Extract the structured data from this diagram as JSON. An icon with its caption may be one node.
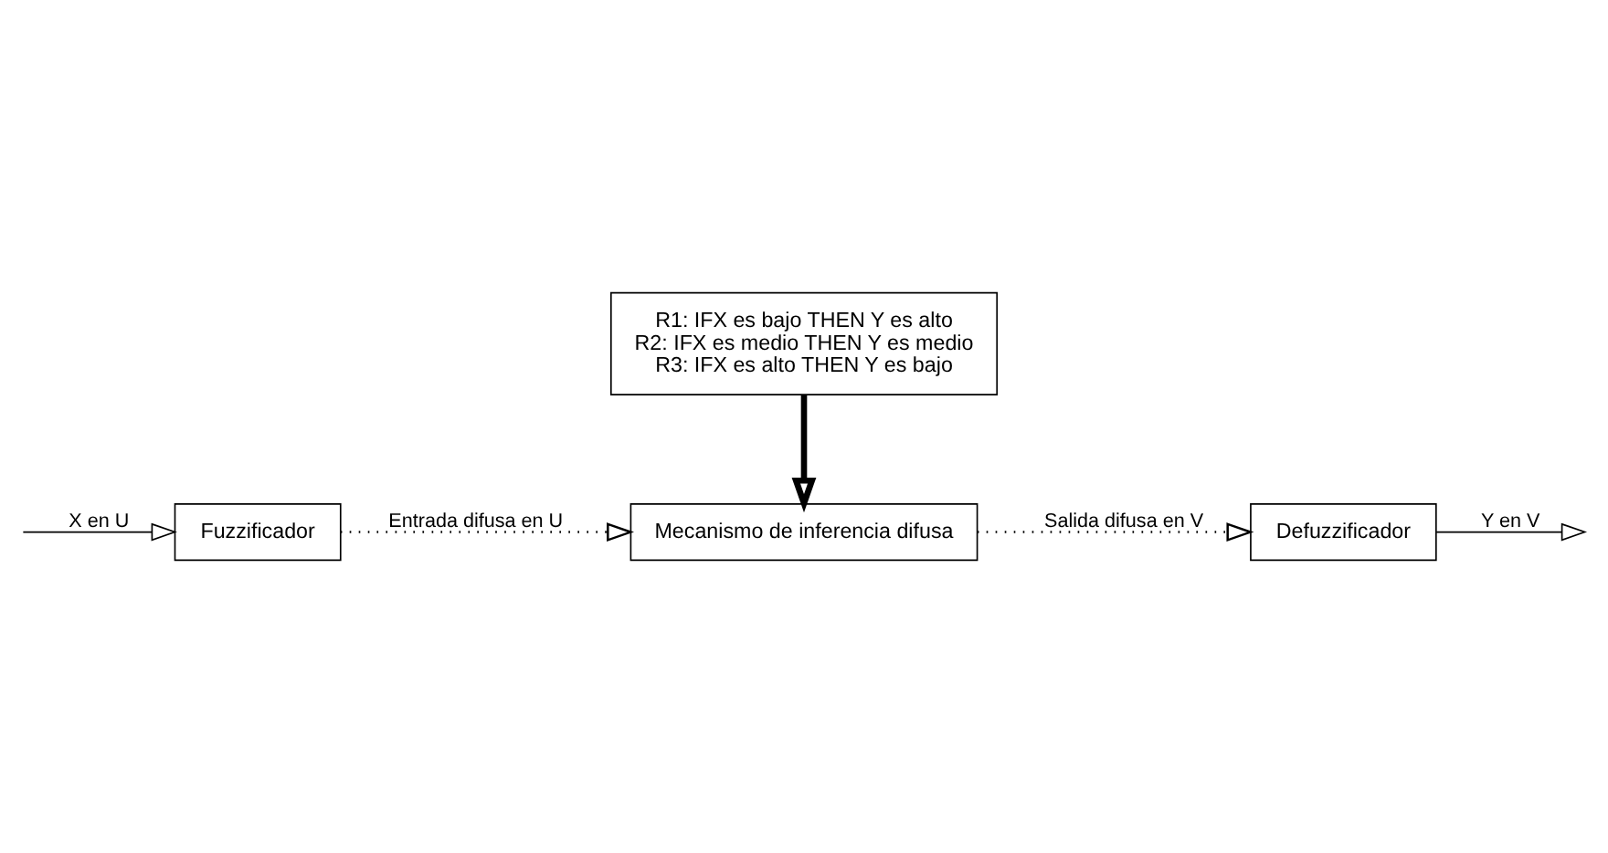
{
  "diagram": {
    "nodes": [
      {
        "text": [
          "R1: IFX es bajo THEN Y es alto",
          "R2: IFX es medio THEN Y es medio",
          "R3: IFX es alto THEN Y es bajo"
        ]
      },
      {
        "text": [
          "Fuzzificador"
        ]
      },
      {
        "text": [
          "Mecanismo de inferencia difusa"
        ]
      },
      {
        "text": [
          "Defuzzificador"
        ]
      }
    ],
    "edges": [
      {
        "from": null,
        "to": 1,
        "arrow": "to",
        "label": "X en U"
      },
      {
        "from": 1,
        "to": 2,
        "arrow": "to",
        "style": "dashed",
        "label": "Entrada difusa en U"
      },
      {
        "from": 0,
        "to": 2,
        "arrow": "to",
        "style": "thick"
      },
      {
        "from": 2,
        "to": 3,
        "arrow": "to",
        "style": "dashed",
        "label": "Salida difusa en V"
      },
      {
        "from": 3,
        "to": null,
        "arrow": "to",
        "label": "Y en V"
      }
    ]
  }
}
